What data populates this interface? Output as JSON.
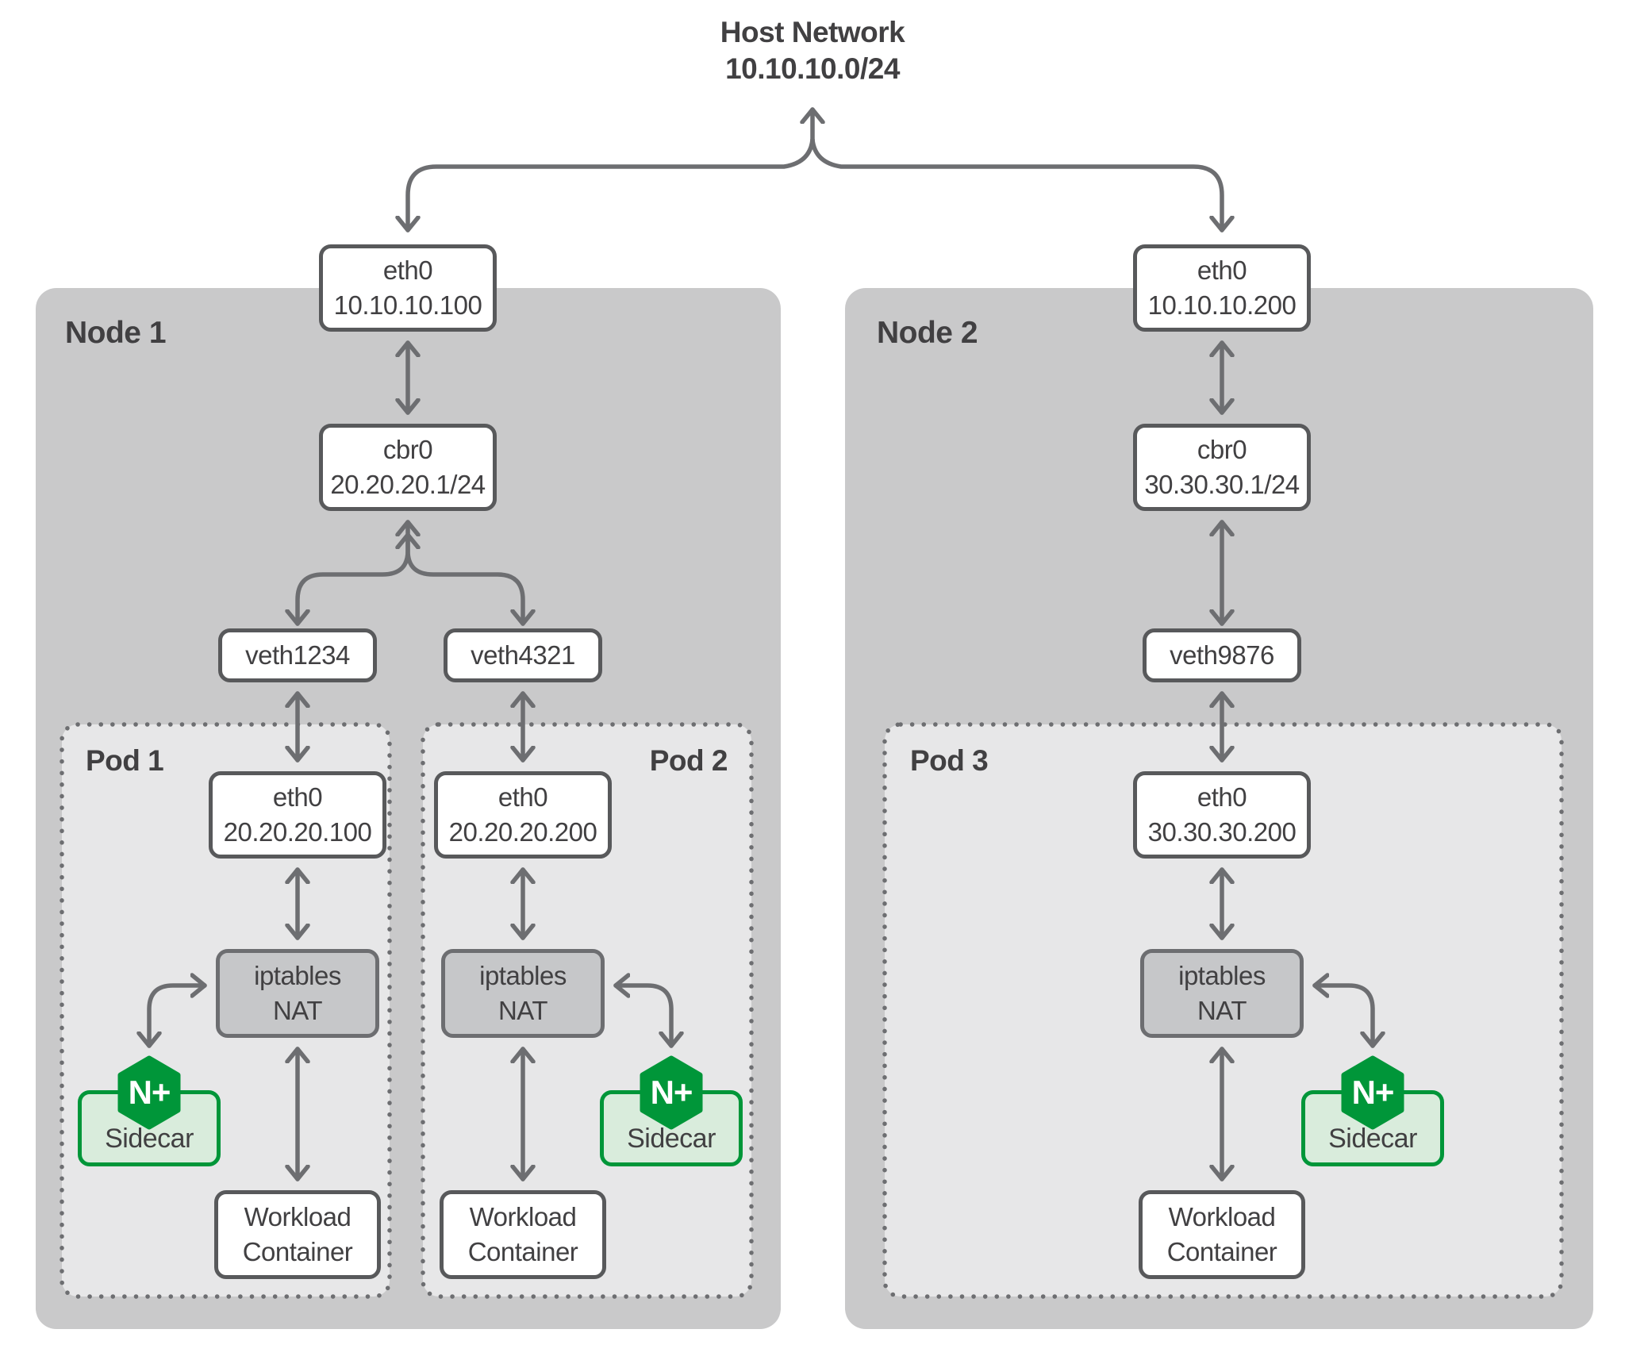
{
  "diagram": {
    "title_line1": "Host Network",
    "title_line2": "10.10.10.0/24"
  },
  "node1": {
    "label": "Node 1",
    "eth0": {
      "name": "eth0",
      "ip": "10.10.10.100"
    },
    "cbr0": {
      "name": "cbr0",
      "ip": "20.20.20.1/24"
    },
    "veth_left": "veth1234",
    "veth_right": "veth4321"
  },
  "node2": {
    "label": "Node 2",
    "eth0": {
      "name": "eth0",
      "ip": "10.10.10.200"
    },
    "cbr0": {
      "name": "cbr0",
      "ip": "30.30.30.1/24"
    },
    "veth": "veth9876"
  },
  "pod1": {
    "label": "Pod 1",
    "eth0": {
      "name": "eth0",
      "ip": "20.20.20.100"
    },
    "nat": {
      "line1": "iptables",
      "line2": "NAT"
    },
    "sidecar": {
      "badge": "N+",
      "label": "Sidecar"
    },
    "workload": {
      "line1": "Workload",
      "line2": "Container"
    }
  },
  "pod2": {
    "label": "Pod 2",
    "eth0": {
      "name": "eth0",
      "ip": "20.20.20.200"
    },
    "nat": {
      "line1": "iptables",
      "line2": "NAT"
    },
    "sidecar": {
      "badge": "N+",
      "label": "Sidecar"
    },
    "workload": {
      "line1": "Workload",
      "line2": "Container"
    }
  },
  "pod3": {
    "label": "Pod 3",
    "eth0": {
      "name": "eth0",
      "ip": "30.30.30.200"
    },
    "nat": {
      "line1": "iptables",
      "line2": "NAT"
    },
    "sidecar": {
      "badge": "N+",
      "label": "Sidecar"
    },
    "workload": {
      "line1": "Workload",
      "line2": "Container"
    }
  },
  "colors": {
    "nginx_green": "#009639",
    "sidecar_fill": "#d9ecdc",
    "node_fill": "#c9c9ca",
    "pod_fill": "#e7e7e8",
    "nat_fill": "#c6c7c9",
    "box_border": "#58595b",
    "arrow": "#6d6e71",
    "text": "#414042"
  }
}
